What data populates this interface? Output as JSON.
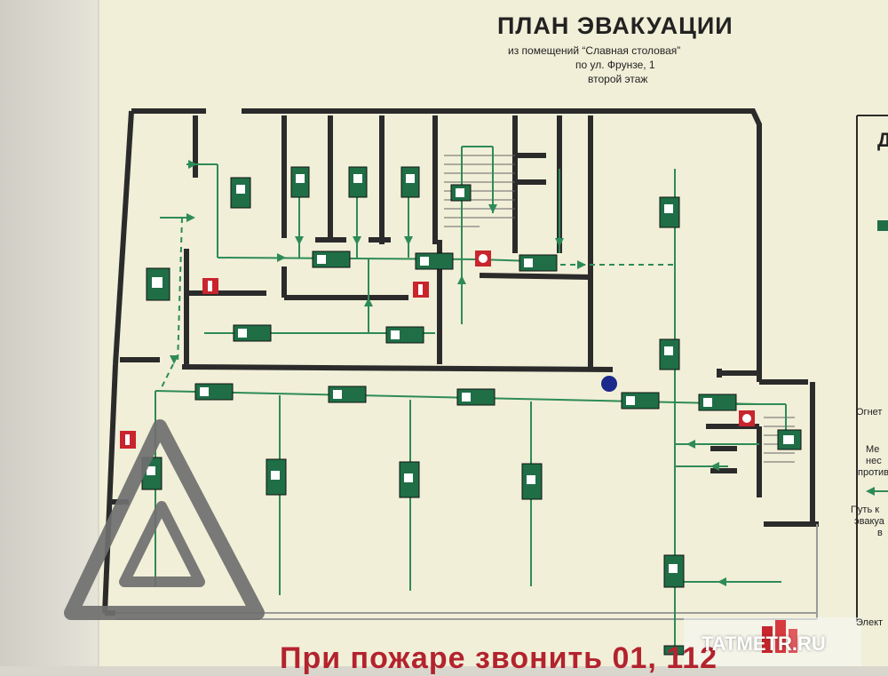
{
  "plan": {
    "title": "ПЛАН ЭВАКУАЦИИ",
    "line1": "из помещений “Славная столовая”",
    "line2": "по ул. Фрунзе, 1",
    "line3": "второй этаж"
  },
  "bottom_text": "При пожаре звонить 01, 112",
  "legend_fragments": [
    "Д",
    "Огнет",
    "Ме",
    "нес",
    "против",
    "Путь к",
    "эвакуа",
    "в",
    "Элект"
  ],
  "watermark": {
    "brand": "TATMETR.RU"
  },
  "colors": {
    "board": "#f1efd8",
    "wall": "#2b2b2b",
    "route": "#2e8b57",
    "sign": "#1f6e46",
    "fire": "#c8252d",
    "title": "#b3232e"
  }
}
